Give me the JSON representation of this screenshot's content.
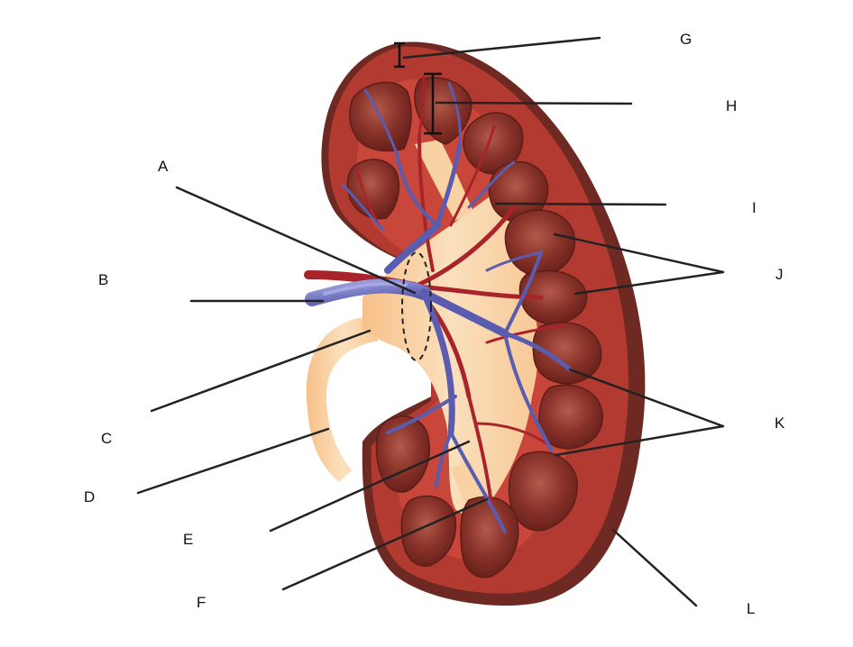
{
  "labels": {
    "A": "A",
    "B": "B",
    "C": "C",
    "D": "D",
    "E": "E",
    "F": "F",
    "G": "G",
    "H": "H",
    "I": "I",
    "J": "J",
    "K": "K",
    "L": "L"
  },
  "colors": {
    "capsule": "#6e2a22",
    "cortex": "#b23a30",
    "cortex_light": "#c9473a",
    "pyramid": "#7a2a22",
    "pyramid_highlight": "#a94a3e",
    "pelvis": "#f9d2a4",
    "ureter": "#f7c38c",
    "vein": "#5a5cb0",
    "vein_light": "#8c8ed4",
    "artery": "#a8242a",
    "leader_line": "#222222",
    "hilum_outline": "#222222"
  }
}
